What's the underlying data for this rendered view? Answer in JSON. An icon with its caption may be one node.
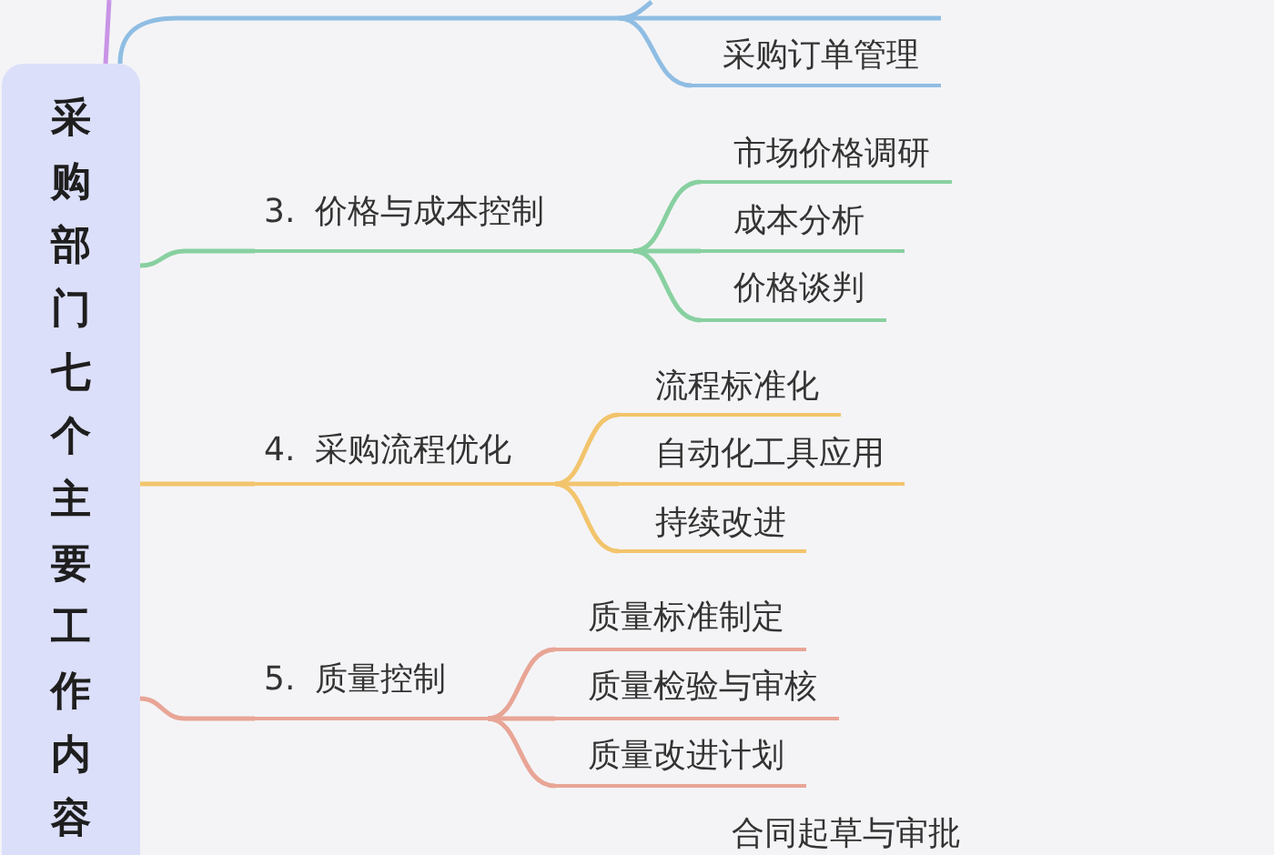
{
  "diagram": {
    "nodes": [
      {
        "text": [
          "采购部门七个主要工作内容"
        ]
      },
      {
        "text": [
          "采购订单管理"
        ]
      },
      {
        "text": [
          "3. 价格与成本控制"
        ]
      },
      {
        "text": [
          "市场价格调研"
        ]
      },
      {
        "text": [
          "成本分析"
        ]
      },
      {
        "text": [
          "价格谈判"
        ]
      },
      {
        "text": [
          "4. 采购流程优化"
        ]
      },
      {
        "text": [
          "流程标准化"
        ]
      },
      {
        "text": [
          "自动化工具应用"
        ]
      },
      {
        "text": [
          "持续改进"
        ]
      },
      {
        "text": [
          "5. 质量控制"
        ]
      },
      {
        "text": [
          "质量标准制定"
        ]
      },
      {
        "text": [
          "质量检验与审核"
        ]
      },
      {
        "text": [
          "质量改进计划"
        ]
      }
    ],
    "edges": [
      {
        "from": 0,
        "to": null,
        "arrow": "none",
        "color": "#c993e6"
      },
      {
        "from": 0,
        "to": null,
        "arrow": "none",
        "color": "#8fbde3"
      },
      {
        "from": null,
        "to": 1,
        "arrow": "none",
        "color": "#8fbde3"
      },
      {
        "from": 0,
        "to": 2,
        "arrow": "none",
        "color": "#88d0a0"
      },
      {
        "from": 2,
        "to": 3,
        "arrow": "none",
        "color": "#88d0a0"
      },
      {
        "from": 2,
        "to": 4,
        "arrow": "none",
        "color": "#88d0a0"
      },
      {
        "from": 2,
        "to": 5,
        "arrow": "none",
        "color": "#88d0a0"
      },
      {
        "from": 0,
        "to": 6,
        "arrow": "none",
        "color": "#f2c46c"
      },
      {
        "from": 6,
        "to": 7,
        "arrow": "none",
        "color": "#f2c46c"
      },
      {
        "from": 6,
        "to": 8,
        "arrow": "none",
        "color": "#f2c46c"
      },
      {
        "from": 6,
        "to": 9,
        "arrow": "none",
        "color": "#f2c46c"
      },
      {
        "from": 0,
        "to": 10,
        "arrow": "none",
        "color": "#e8a596"
      },
      {
        "from": 10,
        "to": 11,
        "arrow": "none",
        "color": "#e8a596"
      },
      {
        "from": 10,
        "to": 12,
        "arrow": "none",
        "color": "#e8a596"
      },
      {
        "from": 10,
        "to": 13,
        "arrow": "none",
        "color": "#e8a596"
      }
    ],
    "labels": [
      "合同起草与审批"
    ]
  }
}
